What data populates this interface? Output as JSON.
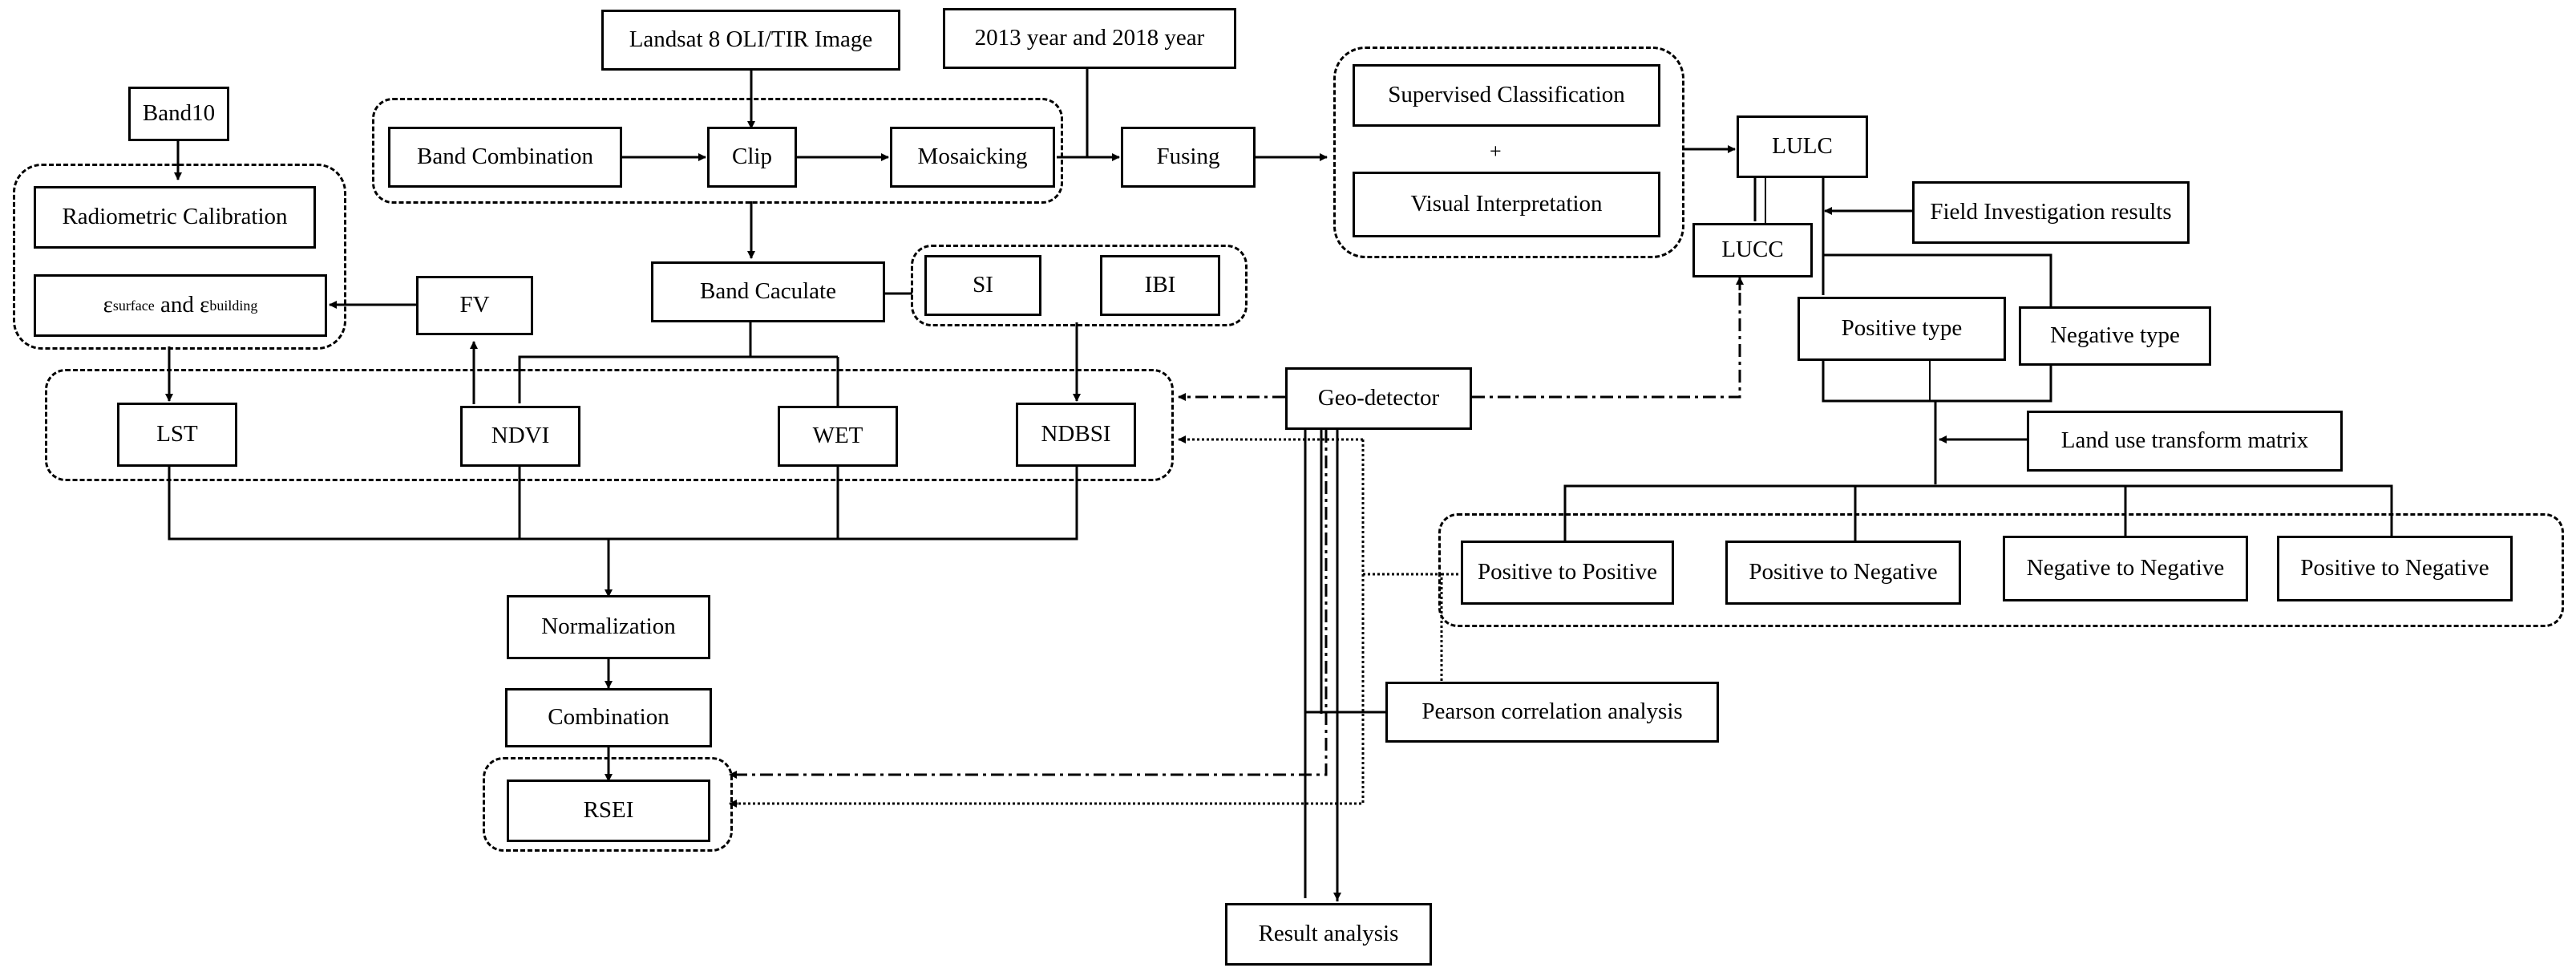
{
  "nodes": {
    "landsat": "Landsat 8 OLI/TIR Image",
    "years": "2013 year and 2018 year",
    "band10": "Band10",
    "band_combination": "Band Combination",
    "clip": "Clip",
    "mosaicking": "Mosaicking",
    "fusing": "Fusing",
    "supervised": "Supervised Classification",
    "plus": "+",
    "visual": "Visual Interpretation",
    "lulc": "LULC",
    "lucc": "LUCC",
    "field": "Field Investigation results",
    "radiometric": "Radiometric Calibration",
    "emissivity": {
      "e1": "ε",
      "s1": "surface",
      "mid": " and ",
      "e2": "ε",
      "s2": "building"
    },
    "fv": "FV",
    "band_calc": "Band Caculate",
    "si": "SI",
    "ibi": "IBI",
    "positive_type": "Positive type",
    "negative_type": "Negative type",
    "geo_detector": "Geo-detector",
    "lst": "LST",
    "ndvi": "NDVI",
    "wet": "WET",
    "ndbsi": "NDBSI",
    "transform": "Land use transform matrix",
    "p2p": "Positive to Positive",
    "p2n_1": "Positive to Negative",
    "n2n": "Negative to Negative",
    "p2n_2": "Positive to Negative",
    "normalization": "Normalization",
    "combination": "Combination",
    "rsei": "RSEI",
    "pearson": "Pearson correlation analysis",
    "result": "Result analysis"
  }
}
